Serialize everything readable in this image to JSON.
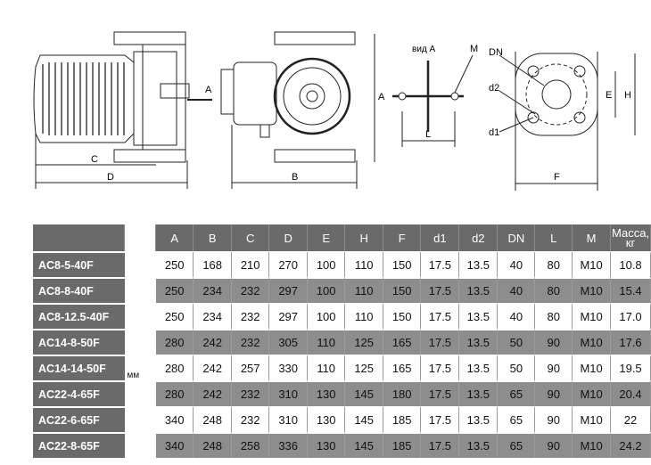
{
  "drawing": {
    "dim_labels": {
      "A_arrow": "A",
      "A_dim": "A",
      "B": "B",
      "C": "C",
      "D": "D",
      "E": "E",
      "F": "F",
      "H": "H",
      "L": "L",
      "M": "M",
      "DN": "DN",
      "d1": "d1",
      "d2": "d2",
      "view_a": "вид А"
    }
  },
  "table": {
    "unit": "мм",
    "headers": [
      "A",
      "B",
      "C",
      "D",
      "E",
      "H",
      "F",
      "d1",
      "d2",
      "DN",
      "L",
      "M",
      "Масса, кг"
    ],
    "rows": [
      {
        "model": "AC8-5-40F",
        "values": [
          "250",
          "168",
          "210",
          "270",
          "100",
          "110",
          "150",
          "17.5",
          "13.5",
          "40",
          "80",
          "M10",
          "10.8"
        ]
      },
      {
        "model": "AC8-8-40F",
        "values": [
          "250",
          "234",
          "232",
          "297",
          "100",
          "110",
          "150",
          "17.5",
          "13.5",
          "40",
          "80",
          "M10",
          "15.4"
        ]
      },
      {
        "model": "AC8-12.5-40F",
        "values": [
          "250",
          "234",
          "232",
          "297",
          "100",
          "110",
          "150",
          "17.5",
          "13.5",
          "40",
          "80",
          "M10",
          "17.0"
        ]
      },
      {
        "model": "AC14-8-50F",
        "values": [
          "280",
          "242",
          "232",
          "305",
          "110",
          "125",
          "165",
          "17.5",
          "13.5",
          "50",
          "90",
          "M10",
          "17.6"
        ]
      },
      {
        "model": "AC14-14-50F",
        "values": [
          "280",
          "242",
          "257",
          "330",
          "110",
          "125",
          "165",
          "17.5",
          "13.5",
          "50",
          "90",
          "M10",
          "19.5"
        ]
      },
      {
        "model": "AC22-4-65F",
        "values": [
          "280",
          "242",
          "232",
          "310",
          "130",
          "145",
          "180",
          "17.5",
          "13.5",
          "65",
          "90",
          "M10",
          "20.4"
        ]
      },
      {
        "model": "AC22-6-65F",
        "values": [
          "340",
          "248",
          "232",
          "310",
          "130",
          "145",
          "185",
          "17.5",
          "13.5",
          "65",
          "90",
          "M10",
          "22"
        ]
      },
      {
        "model": "AC22-8-65F",
        "values": [
          "340",
          "248",
          "258",
          "336",
          "130",
          "145",
          "185",
          "17.5",
          "13.5",
          "65",
          "90",
          "M10",
          "24.2"
        ]
      }
    ]
  }
}
